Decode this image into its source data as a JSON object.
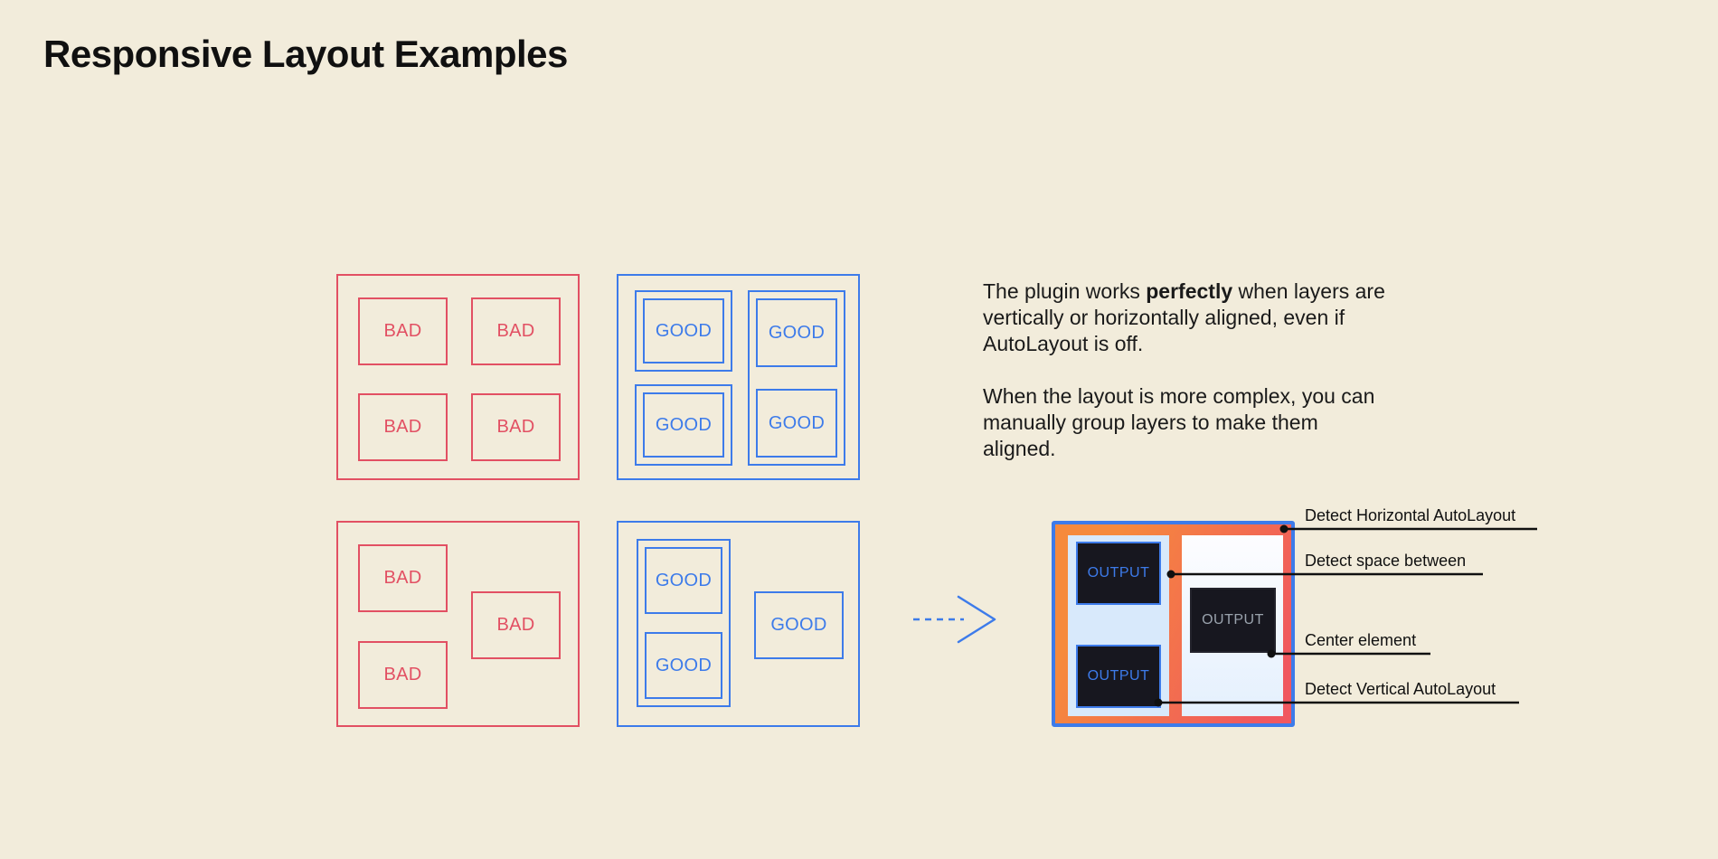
{
  "page": {
    "title": "Responsive Layout Examples"
  },
  "colors": {
    "background": "#f2ecdb",
    "bad_red": "#e25063",
    "good_blue": "#3d7bea",
    "result_gradient_start": "#f68a3c",
    "result_gradient_end": "#f0575f",
    "light_blue_panel": "#d8e9fb",
    "output_dark": "#17171f",
    "annotation_black": "#101010"
  },
  "grids": {
    "bad_aligned": {
      "labels": [
        "BAD",
        "BAD",
        "BAD",
        "BAD"
      ]
    },
    "good_aligned": {
      "labels": [
        "GOOD",
        "GOOD",
        "GOOD",
        "GOOD"
      ]
    },
    "bad_misaligned": {
      "labels": [
        "BAD",
        "BAD",
        "BAD"
      ]
    },
    "good_grouped": {
      "labels": [
        "GOOD",
        "GOOD",
        "GOOD"
      ]
    }
  },
  "description": {
    "p1_before": "The plugin works ",
    "p1_bold": "perfectly",
    "p1_after": " when layers are vertically or horizontally aligned, even if AutoLayout is off.",
    "p2": "When the layout is more complex, you can manually group layers to make them aligned."
  },
  "result": {
    "outputs": [
      "OUTPUT",
      "OUTPUT",
      "OUTPUT"
    ]
  },
  "annotations": [
    {
      "label": "Detect Horizontal AutoLayout"
    },
    {
      "label": "Detect space between"
    },
    {
      "label": "Center element"
    },
    {
      "label": "Detect Vertical AutoLayout"
    }
  ]
}
